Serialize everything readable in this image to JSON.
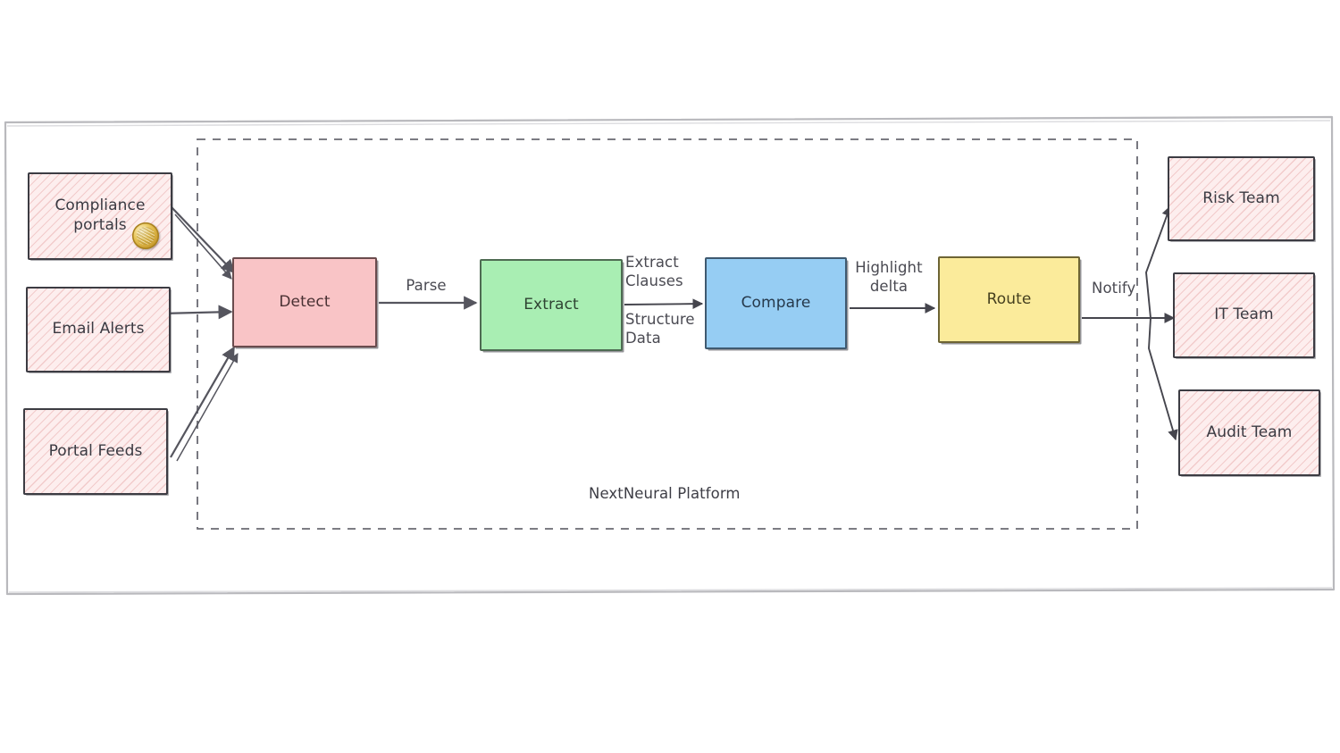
{
  "diagram": {
    "title_label": "NextNeural Platform",
    "outer_frame": "sketch-frame",
    "boundary": "dashed-platform-boundary",
    "colors": {
      "source_fill": "#fdeeee",
      "source_stroke": "#3c3c43",
      "detect_fill": "#f9c4c6",
      "extract_fill": "#a9eeb3",
      "compare_fill": "#96cdf3",
      "route_fill": "#fbeb9b",
      "stroke": "#4a4a52",
      "text": "#3a3a42"
    }
  },
  "sources": [
    {
      "id": "compliance-portals",
      "label": "Compliance\nportals",
      "badge_icon": "gold-coin-icon"
    },
    {
      "id": "email-alerts",
      "label": "Email Alerts"
    },
    {
      "id": "portal-feeds",
      "label": "Portal Feeds"
    }
  ],
  "pipeline": [
    {
      "id": "detect",
      "label": "Detect"
    },
    {
      "id": "extract",
      "label": "Extract"
    },
    {
      "id": "compare",
      "label": "Compare"
    },
    {
      "id": "route",
      "label": "Route"
    }
  ],
  "edge_labels": [
    {
      "id": "parse",
      "text": "Parse"
    },
    {
      "id": "extract-clauses",
      "text": "Extract\nClauses"
    },
    {
      "id": "structure-data",
      "text": "Structure\nData"
    },
    {
      "id": "highlight-delta",
      "text": "Highlight\ndelta"
    },
    {
      "id": "notify",
      "text": "Notify"
    }
  ],
  "destinations": [
    {
      "id": "risk-team",
      "label": "Risk Team"
    },
    {
      "id": "it-team",
      "label": "IT Team"
    },
    {
      "id": "audit-team",
      "label": "Audit Team"
    }
  ]
}
